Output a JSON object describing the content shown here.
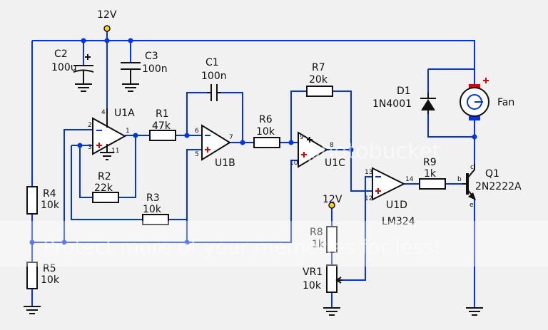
{
  "supply": {
    "main": "12V",
    "divider": "12V"
  },
  "components": {
    "c2": {
      "ref": "C2",
      "value": "100u"
    },
    "c3": {
      "ref": "C3",
      "value": "100n"
    },
    "c1": {
      "ref": "C1",
      "value": "100n"
    },
    "r1": {
      "ref": "R1",
      "value": "47k"
    },
    "r2": {
      "ref": "R2",
      "value": "22k"
    },
    "r3": {
      "ref": "R3",
      "value": "10k"
    },
    "r4": {
      "ref": "R4",
      "value": "10k"
    },
    "r5": {
      "ref": "R5",
      "value": "10k"
    },
    "r6": {
      "ref": "R6",
      "value": "10k"
    },
    "r7": {
      "ref": "R7",
      "value": "20k"
    },
    "r8": {
      "ref": "R8",
      "value": "1k"
    },
    "r9": {
      "ref": "R9",
      "value": "1k"
    },
    "vr1": {
      "ref": "VR1",
      "value": "10k"
    },
    "d1": {
      "ref": "D1",
      "value": "1N4001"
    },
    "q1": {
      "ref": "Q1",
      "value": "2N2222A"
    },
    "fan": {
      "ref": "Fan"
    },
    "u1a": {
      "ref": "U1A"
    },
    "u1b": {
      "ref": "U1B"
    },
    "u1c": {
      "ref": "U1C"
    },
    "u1d": {
      "ref": "U1D"
    },
    "ic": {
      "part": "LM324"
    }
  },
  "pins": {
    "u1a": {
      "p1": "1",
      "p2": "2",
      "p3": "3",
      "p4": "4",
      "p11": "11"
    },
    "u1b": {
      "p5": "5",
      "p6": "6",
      "p7": "7"
    },
    "u1c": {
      "p8": "8",
      "p9": "9",
      "p10": "10"
    },
    "u1d": {
      "p12": "12",
      "p13": "13",
      "p14": "14"
    },
    "q1": {
      "b": "b",
      "c": "c",
      "e": "e"
    }
  },
  "watermark": {
    "top": "photobucket",
    "bottom": "Protect more of your memories for less!"
  },
  "colors": {
    "wire": "#0033ee",
    "component": "#111111",
    "positive": "#e00000",
    "negative": "#0033ee",
    "supply_dot": "#ffd700"
  }
}
